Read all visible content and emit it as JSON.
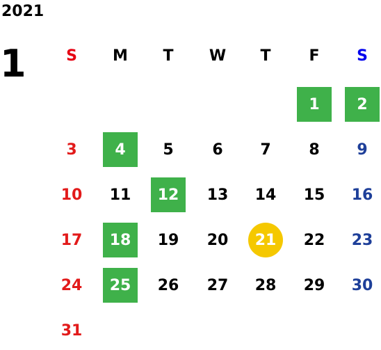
{
  "year": "2021",
  "month": "1",
  "weekday_headers": [
    "S",
    "M",
    "T",
    "W",
    "T",
    "F",
    "S"
  ],
  "weeks": [
    [
      {
        "day": "",
        "style": "empty"
      },
      {
        "day": "",
        "style": "empty"
      },
      {
        "day": "",
        "style": "empty"
      },
      {
        "day": "",
        "style": "empty"
      },
      {
        "day": "",
        "style": "empty"
      },
      {
        "day": "1",
        "style": "holiday"
      },
      {
        "day": "2",
        "style": "holiday"
      }
    ],
    [
      {
        "day": "3",
        "style": "sunday"
      },
      {
        "day": "4",
        "style": "holiday"
      },
      {
        "day": "5",
        "style": "weekday"
      },
      {
        "day": "6",
        "style": "weekday"
      },
      {
        "day": "7",
        "style": "weekday"
      },
      {
        "day": "8",
        "style": "weekday"
      },
      {
        "day": "9",
        "style": "saturday"
      }
    ],
    [
      {
        "day": "10",
        "style": "sunday"
      },
      {
        "day": "11",
        "style": "weekday"
      },
      {
        "day": "12",
        "style": "holiday"
      },
      {
        "day": "13",
        "style": "weekday"
      },
      {
        "day": "14",
        "style": "weekday"
      },
      {
        "day": "15",
        "style": "weekday"
      },
      {
        "day": "16",
        "style": "saturday"
      }
    ],
    [
      {
        "day": "17",
        "style": "sunday"
      },
      {
        "day": "18",
        "style": "holiday"
      },
      {
        "day": "19",
        "style": "weekday"
      },
      {
        "day": "20",
        "style": "weekday"
      },
      {
        "day": "21",
        "style": "today"
      },
      {
        "day": "22",
        "style": "weekday"
      },
      {
        "day": "23",
        "style": "saturday"
      }
    ],
    [
      {
        "day": "24",
        "style": "sunday"
      },
      {
        "day": "25",
        "style": "holiday"
      },
      {
        "day": "26",
        "style": "weekday"
      },
      {
        "day": "27",
        "style": "weekday"
      },
      {
        "day": "28",
        "style": "weekday"
      },
      {
        "day": "29",
        "style": "weekday"
      },
      {
        "day": "30",
        "style": "saturday"
      }
    ],
    [
      {
        "day": "31",
        "style": "sunday"
      },
      {
        "day": "",
        "style": "empty"
      },
      {
        "day": "",
        "style": "empty"
      },
      {
        "day": "",
        "style": "empty"
      },
      {
        "day": "",
        "style": "empty"
      },
      {
        "day": "",
        "style": "empty"
      },
      {
        "day": "",
        "style": "empty"
      }
    ]
  ],
  "colors": {
    "sunday_header": "#e60012",
    "saturday_header": "#0000ee",
    "sunday_text": "#e21a1a",
    "saturday_text": "#1e3f99",
    "holiday_bg": "#3fb14a",
    "today_bg": "#f5c800"
  }
}
